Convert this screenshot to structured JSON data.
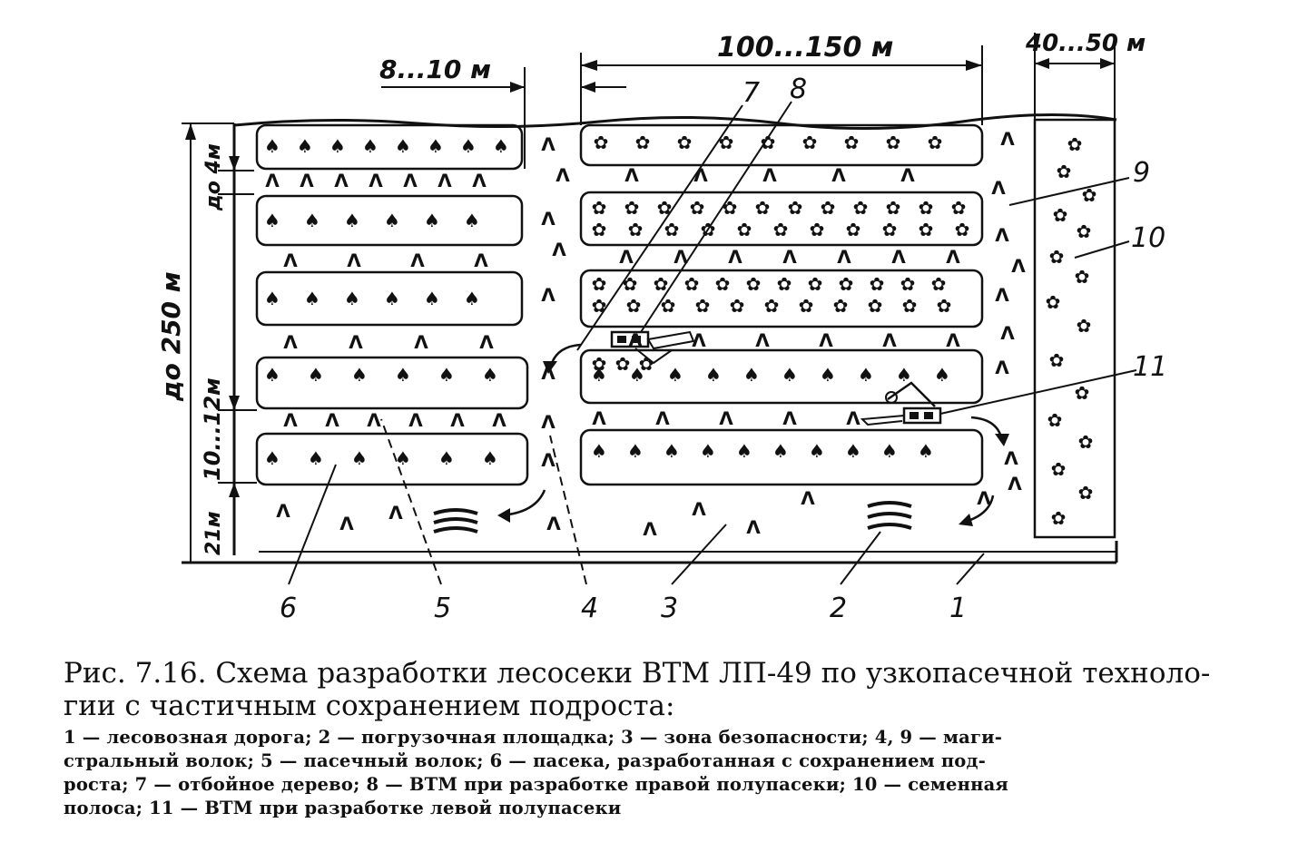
{
  "dimensions": {
    "road_gap": "8...10 м",
    "work_width": "100...150 м",
    "seed_strip_width": "40...50 м",
    "top_strip": "до 4м",
    "stand_depth": "до 250 м",
    "strip_width": "10...12м",
    "safety_zone": "21м"
  },
  "labels": [
    "1",
    "2",
    "3",
    "4",
    "5",
    "6",
    "7",
    "8",
    "9",
    "10",
    "11"
  ],
  "symbols": {
    "young_growth": "ᐱ",
    "tree": "♠",
    "crown": "✿"
  },
  "caption": {
    "title_lines": [
      "Рис. 7.16. Схема разработки лесосеки ВТМ ЛП-49 по узкопасечной техноло-",
      "гии с частичным сохранением подроста:"
    ],
    "legend_lines": [
      "1 — лесовозная дорога; 2 — погрузочная площадка; 3 — зона безопасности; 4, 9 — маги-",
      "стральный волок; 5 — пасечный волок; 6 — пасека, разработанная с сохранением под-",
      "роста; 7 — отбойное дерево; 8 — ВТМ при разработке правой полупасеки; 10 — семенная",
      "полоса; 11 — ВТМ при разработке левой полупасеки"
    ]
  }
}
